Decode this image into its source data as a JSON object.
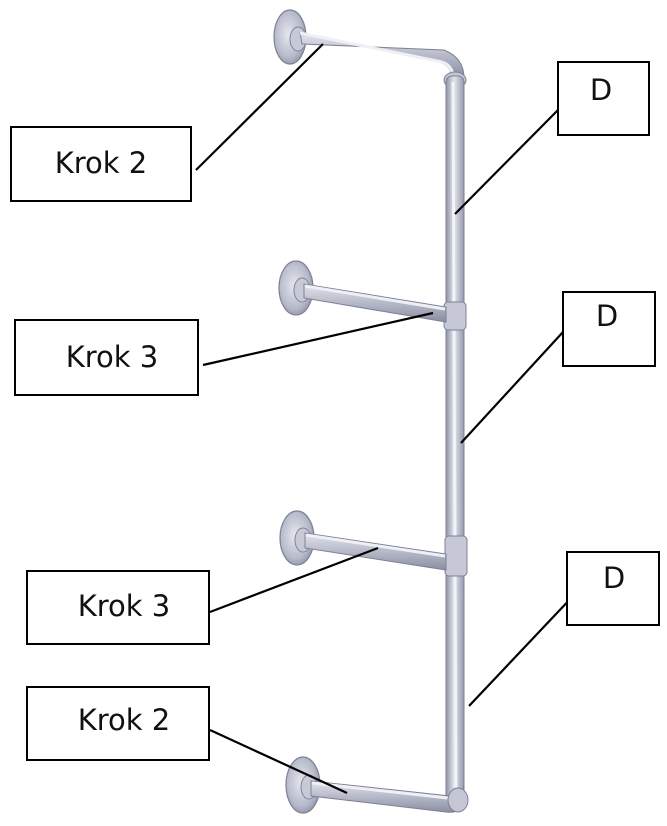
{
  "labels": {
    "step2_top": "Krok  2",
    "step3_upper": "Krok  3",
    "step3_lower": "Krok  3",
    "step2_bottom": "Krok  2",
    "d_top": "D",
    "d_middle": "D",
    "d_bottom": "D"
  },
  "colors": {
    "pipe": "#a8acbd",
    "pipe_light": "#d9dce6",
    "flange": "#b9bdcc",
    "outline": "#000000"
  }
}
